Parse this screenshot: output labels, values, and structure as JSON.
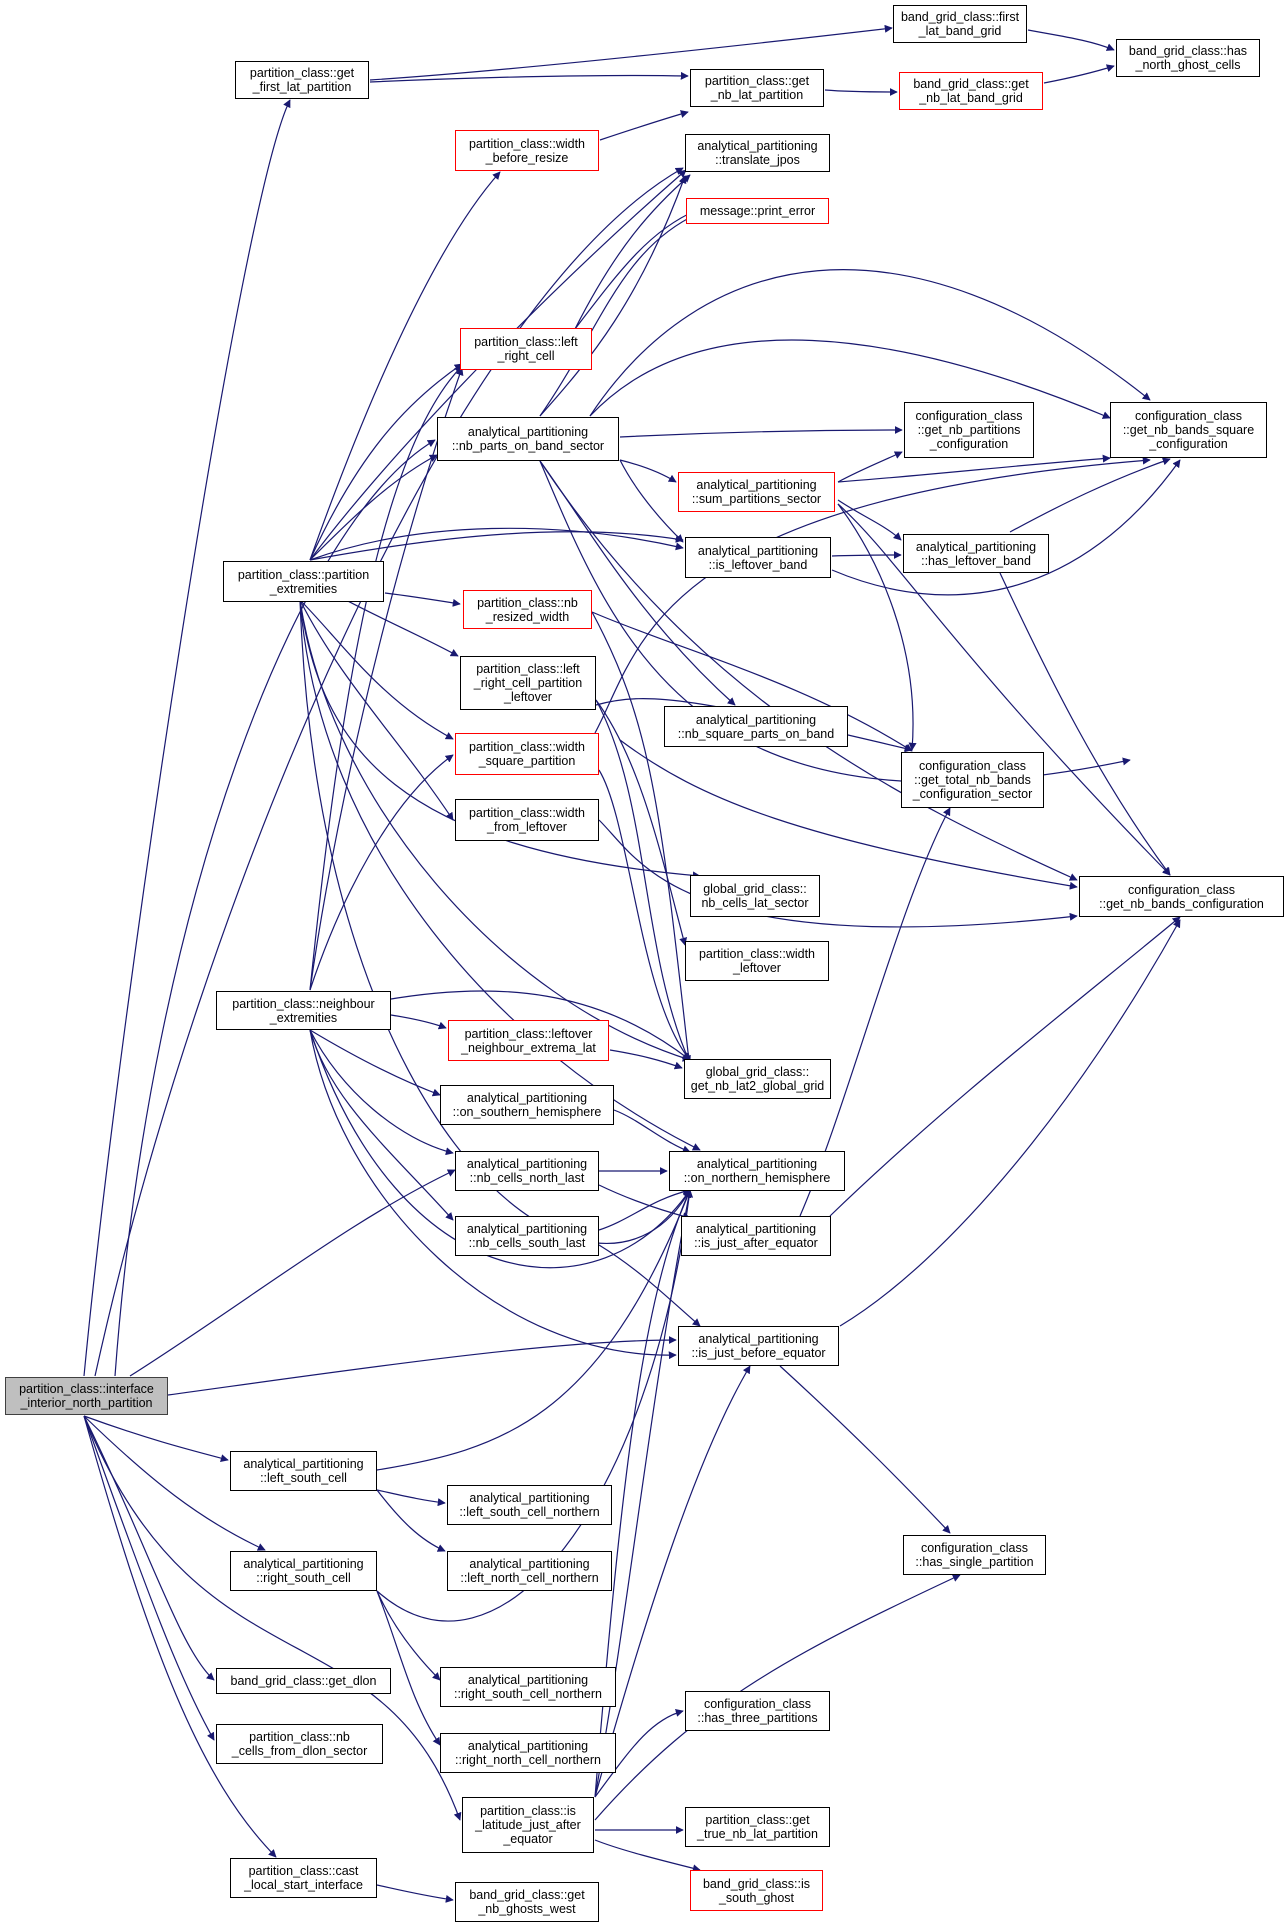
{
  "graph": {
    "edge_color": "#191970",
    "colors": {
      "highlighted": "#bfbfbf",
      "normal": "#ffffff",
      "truncated_border": "#ff0000",
      "border": "#000000"
    },
    "nodes": {
      "root": {
        "l1": "partition_class::interface",
        "l2": "_interior_north_partition"
      },
      "get_first_lat_partition": {
        "l1": "partition_class::get",
        "l2": "_first_lat_partition"
      },
      "first_lat_band_grid": {
        "l1": "band_grid_class::first",
        "l2": "_lat_band_grid"
      },
      "has_north_ghost_cells": {
        "l1": "band_grid_class::has",
        "l2": "_north_ghost_cells"
      },
      "get_nb_lat_partition": {
        "l1": "partition_class::get",
        "l2": "_nb_lat_partition"
      },
      "get_nb_lat_band_grid": {
        "l1": "band_grid_class::get",
        "l2": "_nb_lat_band_grid"
      },
      "width_before_resize": {
        "l1": "partition_class::width",
        "l2": "_before_resize"
      },
      "translate_jpos": {
        "l1": "analytical_partitioning",
        "l2": "::translate_jpos"
      },
      "print_error": {
        "l1": "message::print_error"
      },
      "left_right_cell": {
        "l1": "partition_class::left",
        "l2": "_right_cell"
      },
      "nb_parts_on_band_sector": {
        "l1": "analytical_partitioning",
        "l2": "::nb_parts_on_band_sector"
      },
      "get_nb_partitions_configuration": {
        "l1": "configuration_class",
        "l2": "::get_nb_partitions",
        "l3": "_configuration"
      },
      "get_nb_bands_square_configuration": {
        "l1": "configuration_class",
        "l2": "::get_nb_bands_square",
        "l3": "_configuration"
      },
      "sum_partitions_sector": {
        "l1": "analytical_partitioning",
        "l2": "::sum_partitions_sector"
      },
      "partition_extremities": {
        "l1": "partition_class::partition",
        "l2": "_extremities"
      },
      "is_leftover_band": {
        "l1": "analytical_partitioning",
        "l2": "::is_leftover_band"
      },
      "has_leftover_band": {
        "l1": "analytical_partitioning",
        "l2": "::has_leftover_band"
      },
      "nb_resized_width": {
        "l1": "partition_class::nb",
        "l2": "_resized_width"
      },
      "left_right_cell_partition_leftover": {
        "l1": "partition_class::left",
        "l2": "_right_cell_partition",
        "l3": "_leftover"
      },
      "nb_square_parts_on_band": {
        "l1": "analytical_partitioning",
        "l2": "::nb_square_parts_on_band"
      },
      "get_total_nb_bands_configuration_sector": {
        "l1": "configuration_class",
        "l2": "::get_total_nb_bands",
        "l3": "_configuration_sector"
      },
      "width_square_partition": {
        "l1": "partition_class::width",
        "l2": "_square_partition"
      },
      "width_from_leftover": {
        "l1": "partition_class::width",
        "l2": "_from_leftover"
      },
      "nb_cells_lat_sector": {
        "l1": "global_grid_class::",
        "l2": "nb_cells_lat_sector"
      },
      "get_nb_bands_configuration": {
        "l1": "configuration_class",
        "l2": "::get_nb_bands_configuration"
      },
      "width_leftover": {
        "l1": "partition_class::width",
        "l2": "_leftover"
      },
      "neighbour_extremities": {
        "l1": "partition_class::neighbour",
        "l2": "_extremities"
      },
      "leftover_neighbour_extrema_lat": {
        "l1": "partition_class::leftover",
        "l2": "_neighbour_extrema_lat"
      },
      "get_nb_lat2_global_grid": {
        "l1": "global_grid_class::",
        "l2": "get_nb_lat2_global_grid"
      },
      "on_southern_hemisphere": {
        "l1": "analytical_partitioning",
        "l2": "::on_southern_hemisphere"
      },
      "nb_cells_north_last": {
        "l1": "analytical_partitioning",
        "l2": "::nb_cells_north_last"
      },
      "on_northern_hemisphere": {
        "l1": "analytical_partitioning",
        "l2": "::on_northern_hemisphere"
      },
      "nb_cells_south_last": {
        "l1": "analytical_partitioning",
        "l2": "::nb_cells_south_last"
      },
      "is_just_after_equator": {
        "l1": "analytical_partitioning",
        "l2": "::is_just_after_equator"
      },
      "is_just_before_equator": {
        "l1": "analytical_partitioning",
        "l2": "::is_just_before_equator"
      },
      "left_south_cell": {
        "l1": "analytical_partitioning",
        "l2": "::left_south_cell"
      },
      "left_south_cell_northern": {
        "l1": "analytical_partitioning",
        "l2": "::left_south_cell_northern"
      },
      "left_north_cell_northern": {
        "l1": "analytical_partitioning",
        "l2": "::left_north_cell_northern"
      },
      "has_single_partition": {
        "l1": "configuration_class",
        "l2": "::has_single_partition"
      },
      "right_south_cell": {
        "l1": "analytical_partitioning",
        "l2": "::right_south_cell"
      },
      "get_dlon": {
        "l1": "band_grid_class::get_dlon"
      },
      "right_south_cell_northern": {
        "l1": "analytical_partitioning",
        "l2": "::right_south_cell_northern"
      },
      "has_three_partitions": {
        "l1": "configuration_class",
        "l2": "::has_three_partitions"
      },
      "nb_cells_from_dlon_sector": {
        "l1": "partition_class::nb",
        "l2": "_cells_from_dlon_sector"
      },
      "right_north_cell_northern": {
        "l1": "analytical_partitioning",
        "l2": "::right_north_cell_northern"
      },
      "is_latitude_just_after_equator": {
        "l1": "partition_class::is",
        "l2": "_latitude_just_after",
        "l3": "_equator"
      },
      "get_true_nb_lat_partition": {
        "l1": "partition_class::get",
        "l2": "_true_nb_lat_partition"
      },
      "cast_local_start_interface": {
        "l1": "partition_class::cast",
        "l2": "_local_start_interface"
      },
      "get_nb_ghosts_west": {
        "l1": "band_grid_class::get",
        "l2": "_nb_ghosts_west"
      },
      "is_south_ghost": {
        "l1": "band_grid_class::is",
        "l2": "_south_ghost"
      }
    }
  }
}
